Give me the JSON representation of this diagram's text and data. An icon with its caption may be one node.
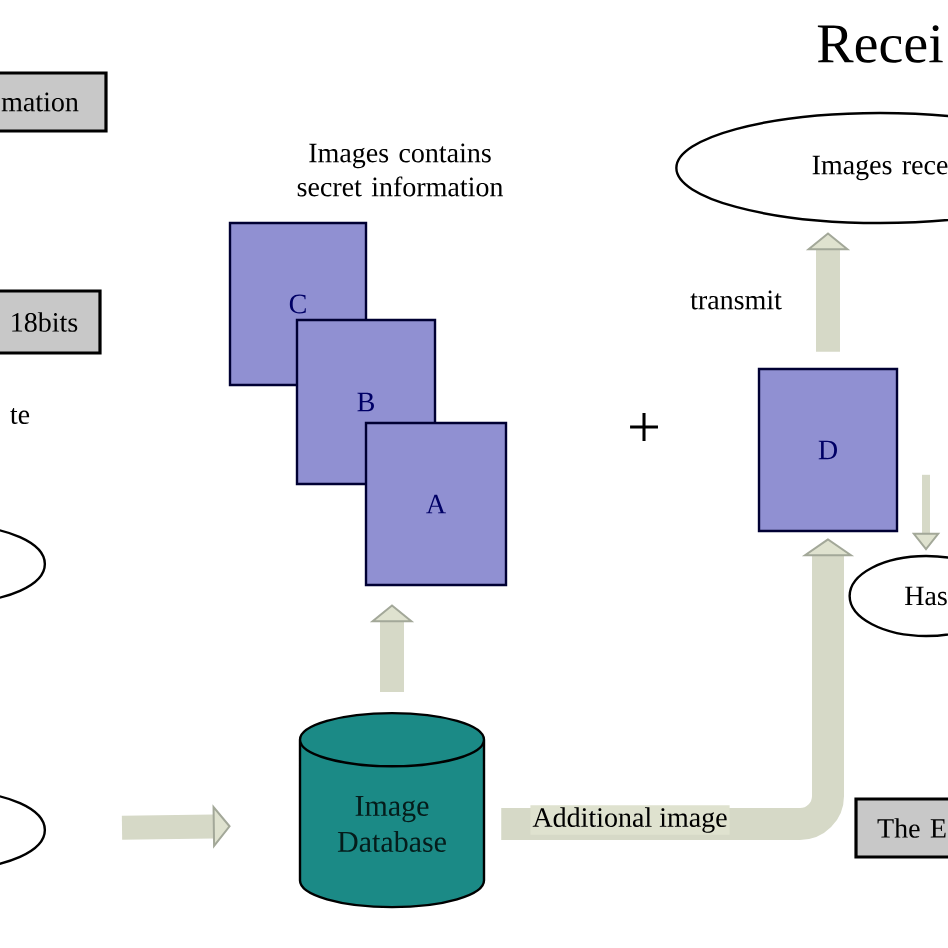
{
  "diagram": {
    "title": "Recei",
    "nodes": [
      {
        "text": [
          "mation"
        ]
      },
      {
        "text": [
          "18bits"
        ]
      },
      {
        "text": [
          "Images rece"
        ]
      },
      {
        "text": [
          "C"
        ]
      },
      {
        "text": [
          "B"
        ]
      },
      {
        "text": [
          "A"
        ]
      },
      {
        "text": [
          "D"
        ]
      },
      {
        "text": [],
        "shape": "ellipse"
      },
      {
        "text": [
          "Has"
        ]
      },
      {
        "text": [],
        "shape": "ellipse"
      },
      {
        "text": [
          "Image Database"
        ]
      },
      {
        "text": [
          "The E"
        ]
      }
    ],
    "edges": [
      {
        "from": 9,
        "to": 10,
        "arrow": "to"
      },
      {
        "from": 10,
        "to": 5,
        "arrow": "to"
      },
      {
        "from": 10,
        "to": 6,
        "label": "Additional image",
        "arrow": "to"
      },
      {
        "from": 6,
        "to": 2,
        "label": "transmit",
        "arrow": "to"
      },
      {
        "from": null,
        "to": 8,
        "arrow": "to"
      }
    ],
    "labels": [
      "Images contains secret information",
      "te",
      "+"
    ]
  }
}
